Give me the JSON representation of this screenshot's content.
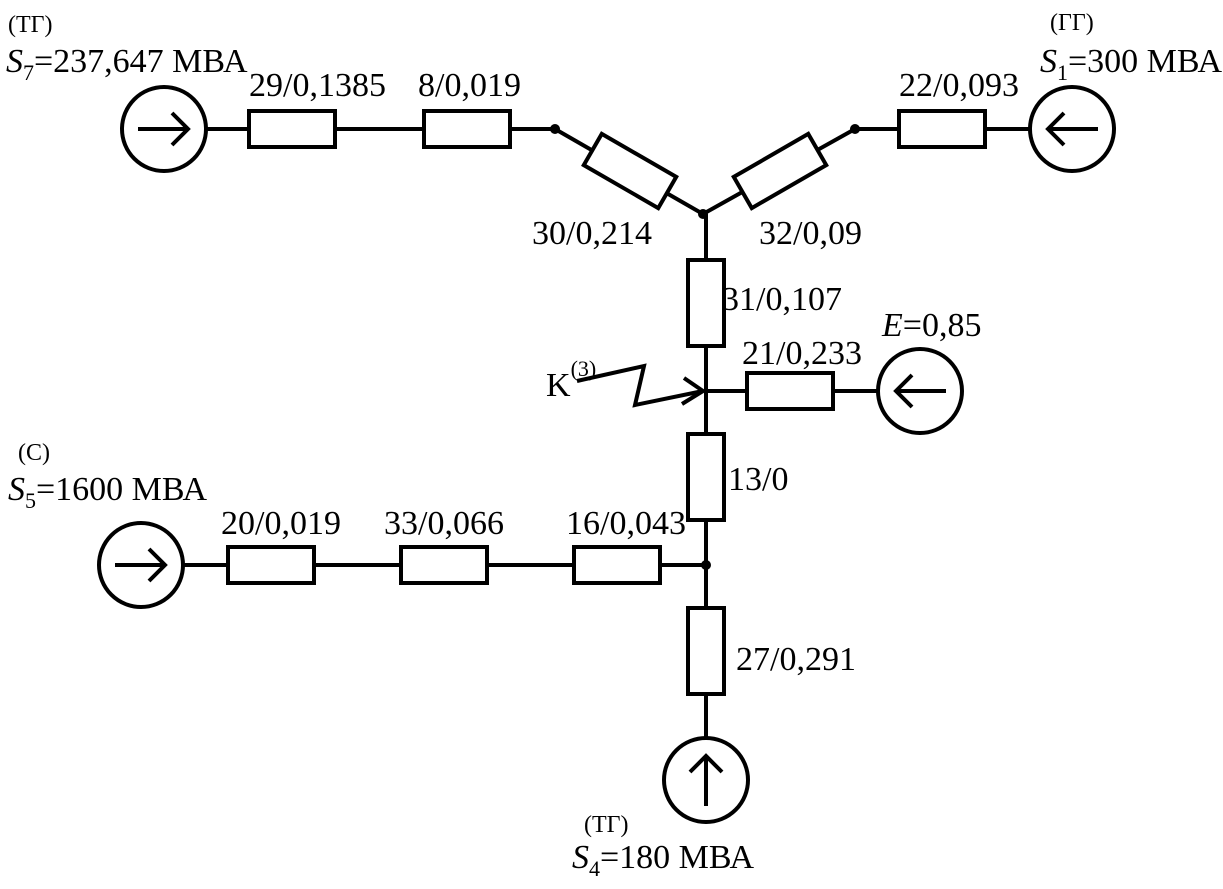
{
  "sources": {
    "s7": {
      "sup": "(ТГ)",
      "sym": "S",
      "idx": "7",
      "rest": "=237,647 МВА"
    },
    "s1": {
      "sup": "(ГГ)",
      "sym": "S",
      "idx": "1",
      "rest": "=300 МВА"
    },
    "s5": {
      "sup": "(С)",
      "sym": "S",
      "idx": "5",
      "rest": "=1600 МВА"
    },
    "s4": {
      "sup": "(ТГ)",
      "sym": "S",
      "idx": "4",
      "rest": "=180 МВА"
    },
    "e": {
      "sym": "E",
      "rest": "=0,85"
    }
  },
  "branches": {
    "b29": "29/0,1385",
    "b8": "8/0,019",
    "b22": "22/0,093",
    "b30": "30/0,214",
    "b32": "32/0,09",
    "b31": "31/0,107",
    "b21": "21/0,233",
    "b13": "13/0",
    "b20": "20/0,019",
    "b33": "33/0,066",
    "b16": "16/0,043",
    "b27": "27/0,291"
  },
  "fault": {
    "letter": "K",
    "sup": "(3)"
  }
}
